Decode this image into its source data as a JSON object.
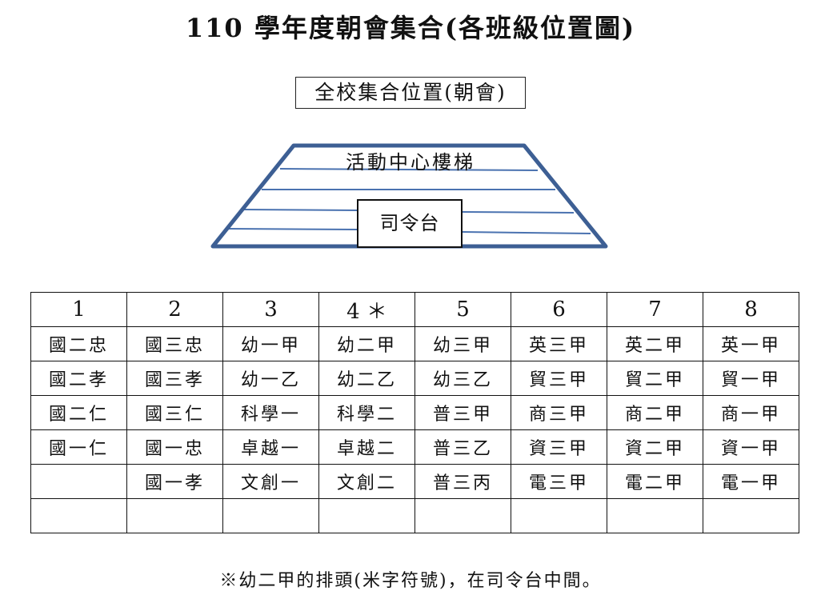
{
  "title": "110 學年度朝會集合(各班級位置圖)",
  "subtitle": "全校集合位置(朝會)",
  "diagram": {
    "stairs_label": "活動中心樓梯",
    "stage_label": "司令台",
    "line_color": "#3d5f94",
    "stair_line_color": "#4a72b0"
  },
  "table": {
    "headers": [
      "1",
      "2",
      "3",
      "4 ＊",
      "5",
      "6",
      "7",
      "8"
    ],
    "rows": [
      [
        "國二忠",
        "國三忠",
        "幼一甲",
        "幼二甲",
        "幼三甲",
        "英三甲",
        "英二甲",
        "英一甲"
      ],
      [
        "國二孝",
        "國三孝",
        "幼一乙",
        "幼二乙",
        "幼三乙",
        "貿三甲",
        "貿二甲",
        "貿一甲"
      ],
      [
        "國二仁",
        "國三仁",
        "科學一",
        "科學二",
        "普三甲",
        "商三甲",
        "商二甲",
        "商一甲"
      ],
      [
        "國一仁",
        "國一忠",
        "卓越一",
        "卓越二",
        "普三乙",
        "資三甲",
        "資二甲",
        "資一甲"
      ],
      [
        "",
        "國一孝",
        "文創一",
        "文創二",
        "普三丙",
        "電三甲",
        "電二甲",
        "電一甲"
      ],
      [
        "",
        "",
        "",
        "",
        "",
        "",
        "",
        ""
      ]
    ]
  },
  "note": "※幼二甲的排頭(米字符號)，在司令台中間。"
}
